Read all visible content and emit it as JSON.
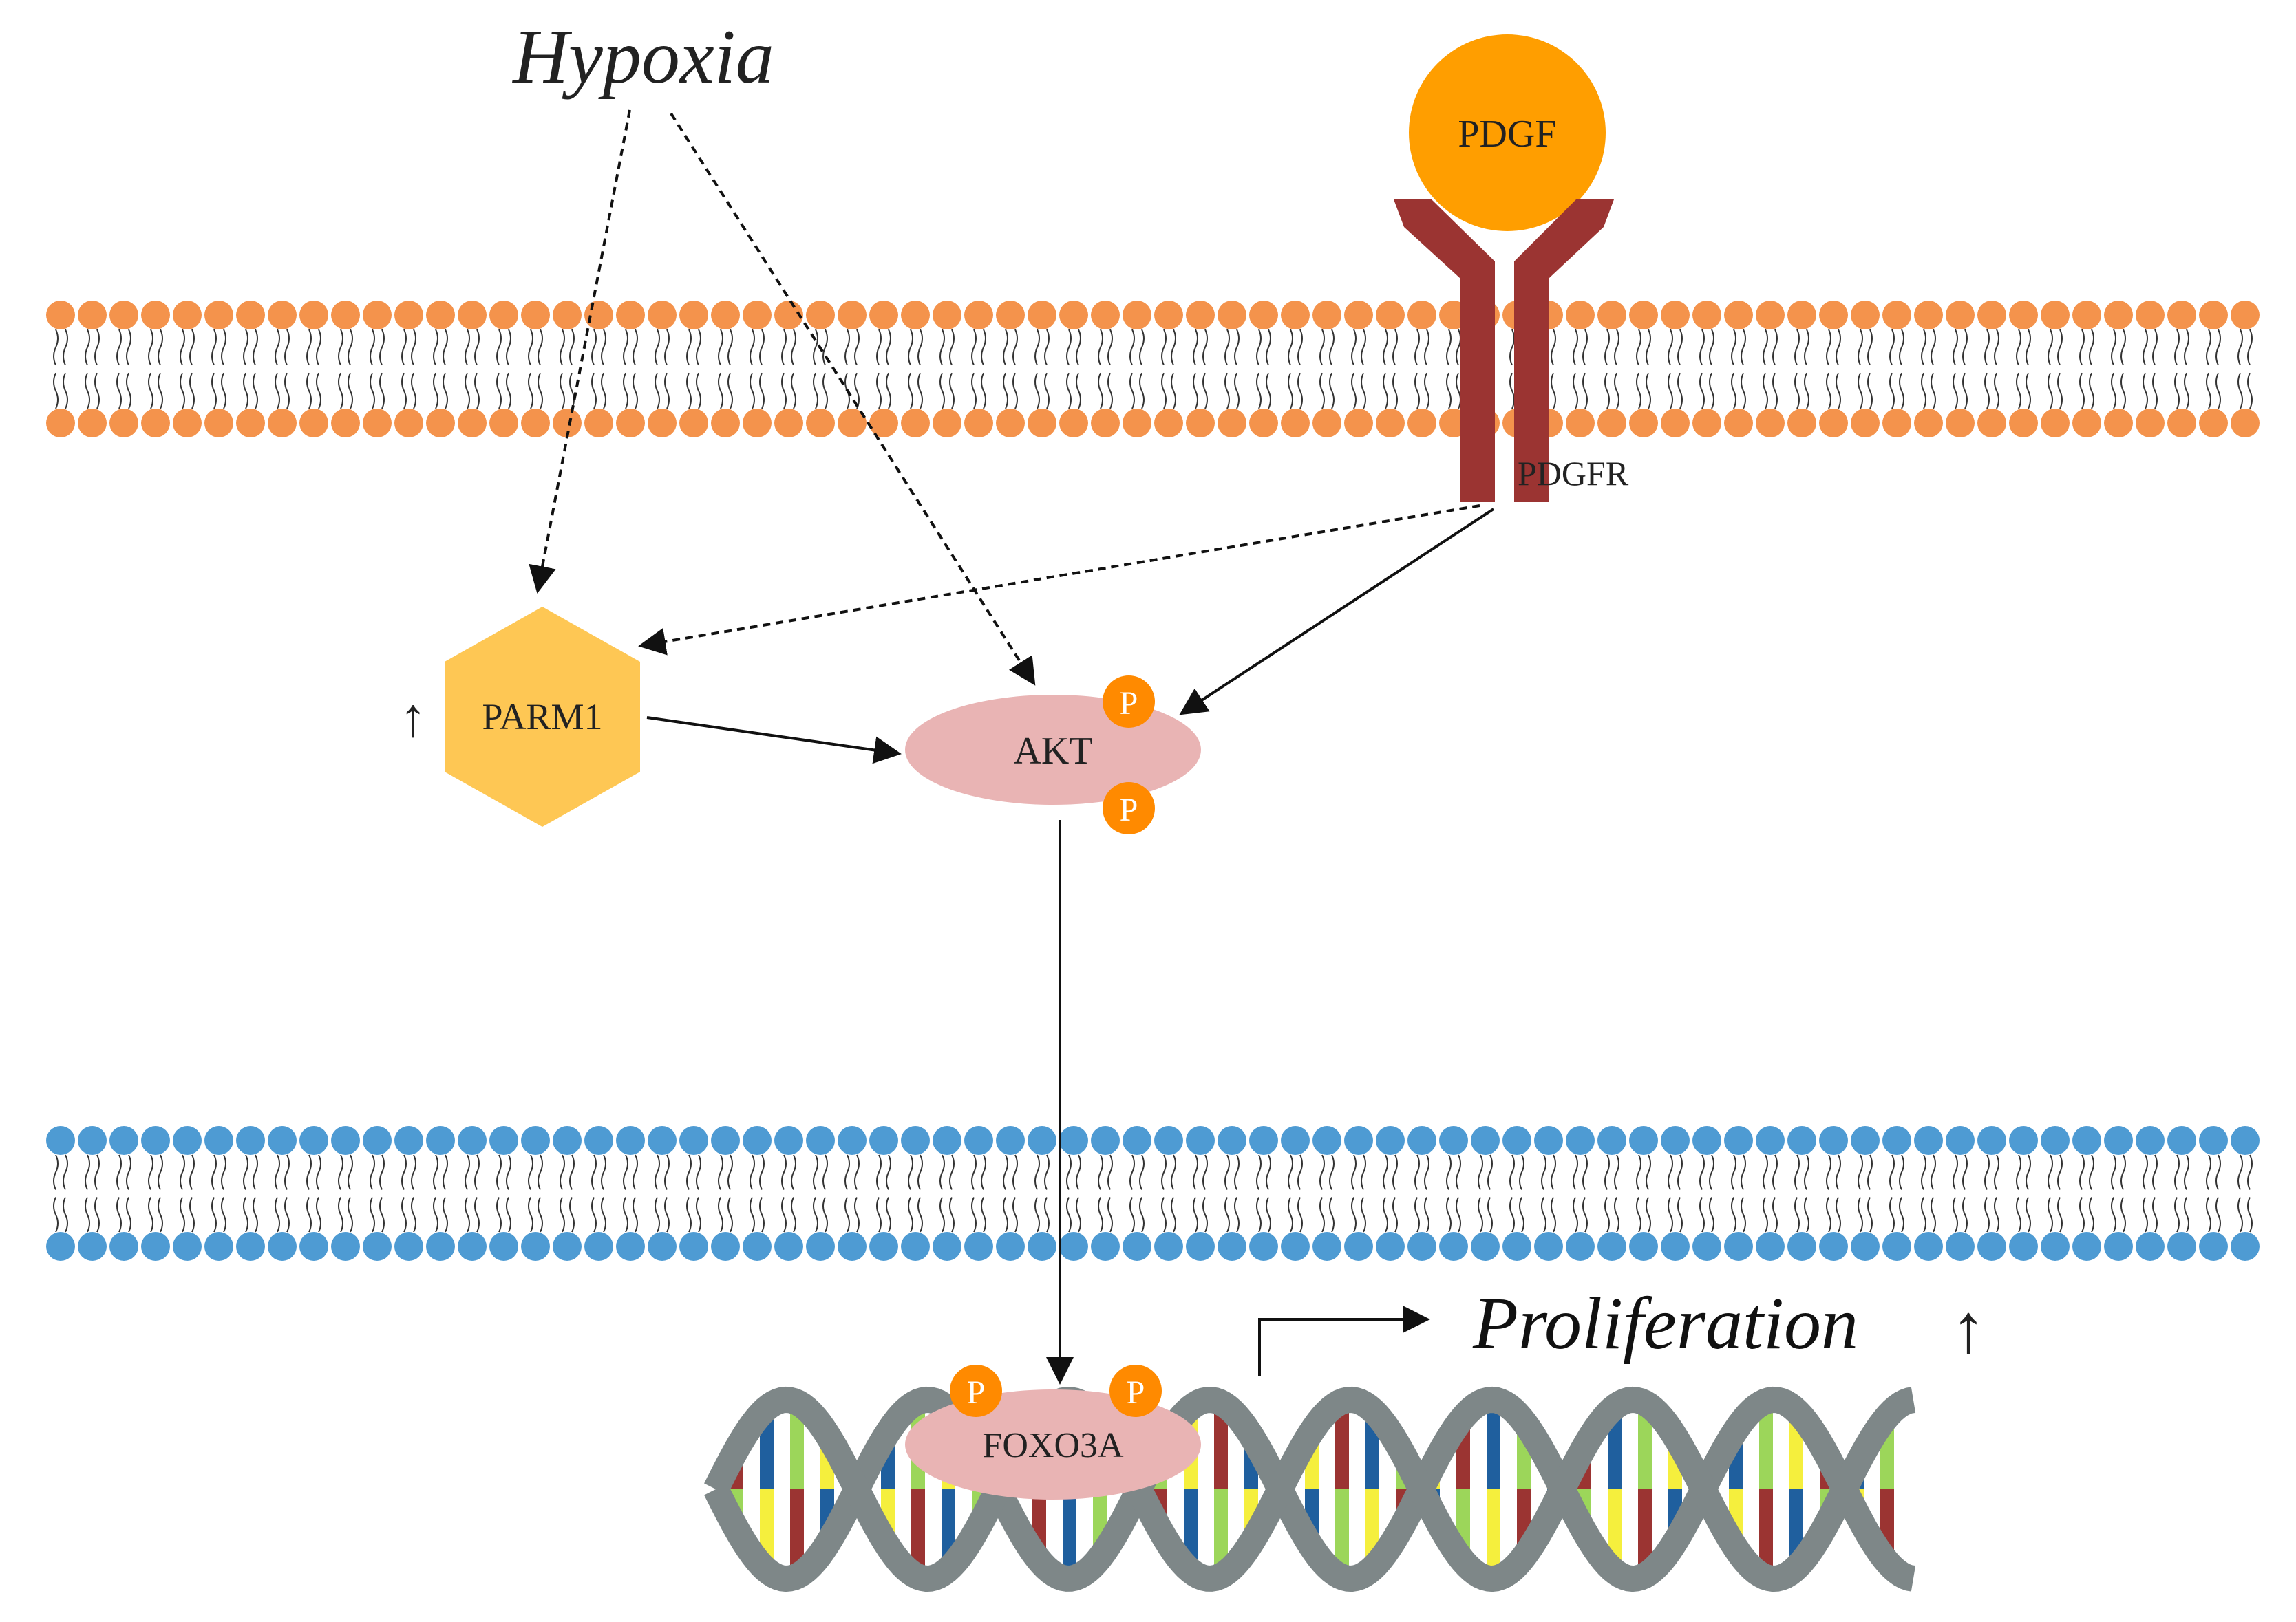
{
  "labels": {
    "hypoxia": "Hypoxia",
    "pdgf": "PDGF",
    "pdgfr": "PDGFR",
    "parm1": "PARM1",
    "parm1_arrow": "↑",
    "akt": "AKT",
    "phospho": "P",
    "foxo3a": "FOXO3A",
    "proliferation": "Proliferation",
    "proliferation_arrow": "↑"
  },
  "colors": {
    "cell_membrane_head": "#F4934C",
    "nuclear_membrane_head": "#4E9BD3",
    "pdgf": "#FF9E00",
    "receptor": "#9B3432",
    "parm1": "#FEC754",
    "akt": "#E9B4B4",
    "phospho": "#FF8A00",
    "dna_backbone": "#7E8788",
    "dna_bases": [
      "#9B3432",
      "#1F5F9E",
      "#9CD65A",
      "#F5EF3D"
    ]
  }
}
